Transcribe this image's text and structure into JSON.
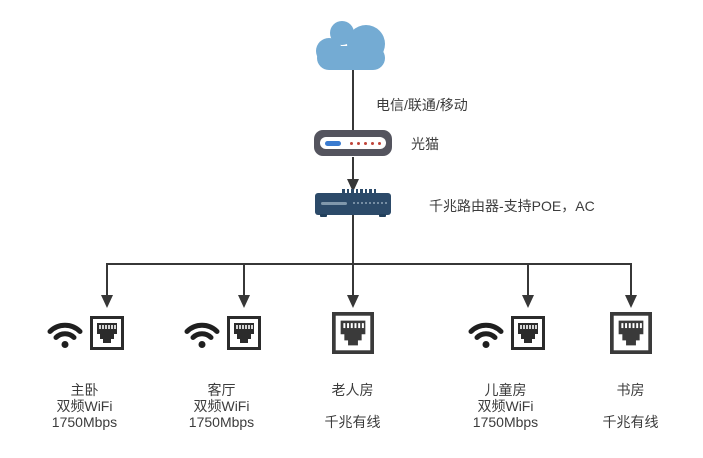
{
  "colors": {
    "background": "#ffffff",
    "connector_line": "#373737",
    "cloud_fill": "#74abd3",
    "modem_body": "#54545e",
    "modem_indicator_bar": "#3a7bd0",
    "modem_led_dot": "#c0443a",
    "router_body": "#2c4a69",
    "router_detail": "#8097ab",
    "icon_black": "#2b2b2b",
    "label_text": "#3c3c3c"
  },
  "internet": {
    "provider_label": "电信/联通/移动",
    "icon": "cloud-icon"
  },
  "modem": {
    "label": "光猫",
    "icon": "modem-icon"
  },
  "router": {
    "label": "千兆路由器-支持POE，AC",
    "icon": "router-icon"
  },
  "endpoints": [
    {
      "name": "主卧",
      "line2": "双频WiFi",
      "line3": "1750Mbps",
      "icons": [
        "wifi-icon",
        "ethernet-port-icon"
      ]
    },
    {
      "name": "客厅",
      "line2": "双频WiFi",
      "line3": "1750Mbps",
      "icons": [
        "wifi-icon",
        "ethernet-port-icon"
      ]
    },
    {
      "name": "老人房",
      "line2": "",
      "line3": "千兆有线",
      "icons": [
        "ethernet-port-icon"
      ]
    },
    {
      "name": "儿童房",
      "line2": "双频WiFi",
      "line3": "1750Mbps",
      "icons": [
        "wifi-icon",
        "ethernet-port-icon"
      ]
    },
    {
      "name": "书房",
      "line2": "",
      "line3": "千兆有线",
      "icons": [
        "ethernet-port-icon"
      ]
    }
  ]
}
